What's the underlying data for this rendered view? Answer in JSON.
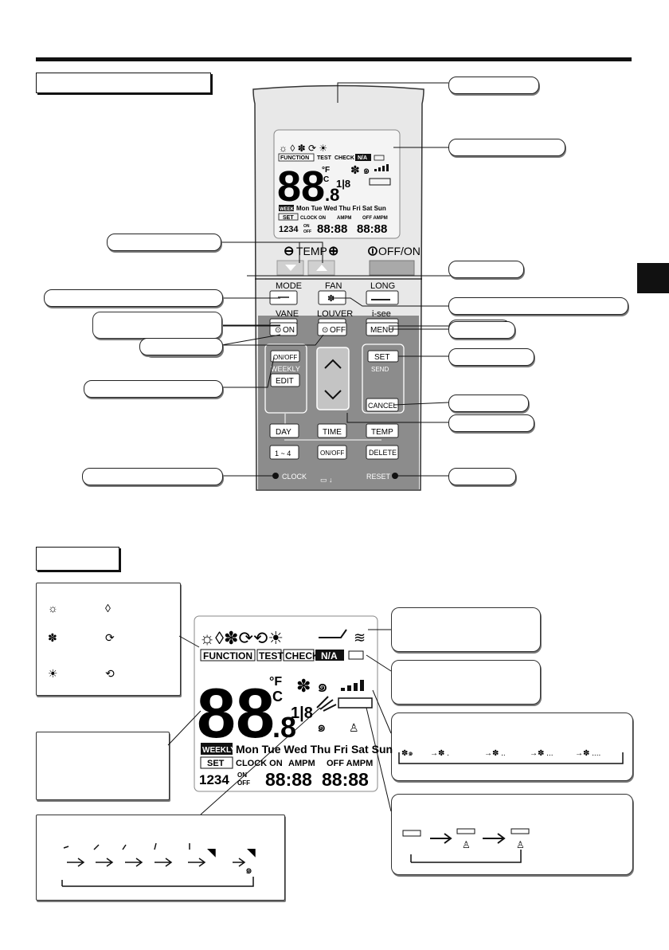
{
  "remote": {
    "lcd": {
      "big_digits": "88",
      "decimal": ".8",
      "deg_f": "°F",
      "deg_c": "C",
      "function_badge": "FUNCTION",
      "test_badge": "TEST",
      "check_badge": "CHECK",
      "na_badge": "N/A",
      "weekly_badge": "WEEKLY",
      "days": [
        "Mon",
        "Tue",
        "Wed",
        "Thu",
        "Fri",
        "Sat",
        "Sun"
      ],
      "set_badge": "SET",
      "clock_on": "CLOCK ON",
      "ampm": "AMPM",
      "off_ampm": "OFF AMPM",
      "pattern_numbers": "1234",
      "timer_on": "ON",
      "timer_off": "OFF",
      "time_left": "88:88",
      "time_right": "88:88",
      "vane_numbers": "1|8"
    },
    "temp_label": "TEMP",
    "offon_label": "OFF/ON",
    "buttons": {
      "mode": "MODE",
      "fan": "FAN",
      "long": "LONG",
      "vane": "VANE",
      "louver": "LOUVER",
      "isee": "i-see",
      "on_timer": "ON",
      "off_timer": "OFF",
      "menu": "MENU",
      "weekly_onoff": "ON/OFF",
      "weekly": "WEEKLY",
      "edit": "EDIT",
      "set": "SET",
      "send": "SEND",
      "cancel": "CANCEL",
      "day": "DAY",
      "time": "TIME",
      "temp": "TEMP",
      "pattern": "1 ~ 4",
      "onoff": "ON/OFF",
      "delete": "DELETE",
      "clock": "CLOCK",
      "reset": "RESET"
    }
  },
  "display": {
    "big_digits": "88",
    "decimal": ".8",
    "deg_f": "°F",
    "deg_c": "C",
    "function_badge": "FUNCTION",
    "test_badge": "TEST",
    "check_badge": "CHECK",
    "na_badge": "N/A",
    "weekly_badge": "WEEKLY",
    "days": [
      "Mon",
      "Tue",
      "Wed",
      "Thu",
      "Fri",
      "Sat",
      "Sun"
    ],
    "set_badge": "SET",
    "clock_on": "CLOCK ON",
    "ampm": "AMPM",
    "off_ampm": "OFF AMPM",
    "pattern_numbers": "1234",
    "timer_on": "ON",
    "timer_off": "OFF",
    "time_left": "88:88",
    "time_right": "88:88",
    "vane_numbers": "1|8"
  },
  "colors": {
    "remote_body": "#e8e8e8",
    "panel": "#8c8c8c",
    "lcd": "#f4f4f4",
    "ink": "#111111"
  }
}
